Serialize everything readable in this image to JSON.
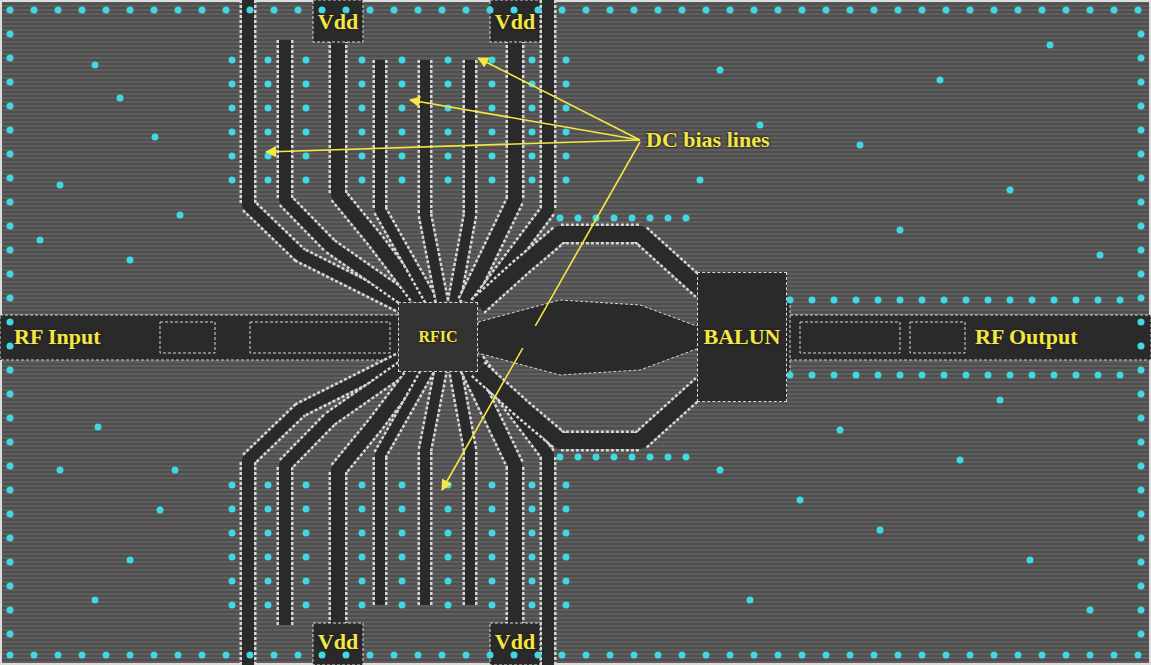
{
  "diagram": {
    "nodes": [
      {
        "text": [
          "RFIC"
        ]
      },
      {
        "text": [
          "BALUN"
        ]
      }
    ],
    "edges": [
      {
        "from": 0,
        "to": 1,
        "arrow": "none"
      }
    ],
    "labels": [
      "Vdd",
      "Vdd",
      "DC bias lines",
      "RF Input",
      "RF Output",
      "Vdd",
      "Vdd"
    ]
  }
}
